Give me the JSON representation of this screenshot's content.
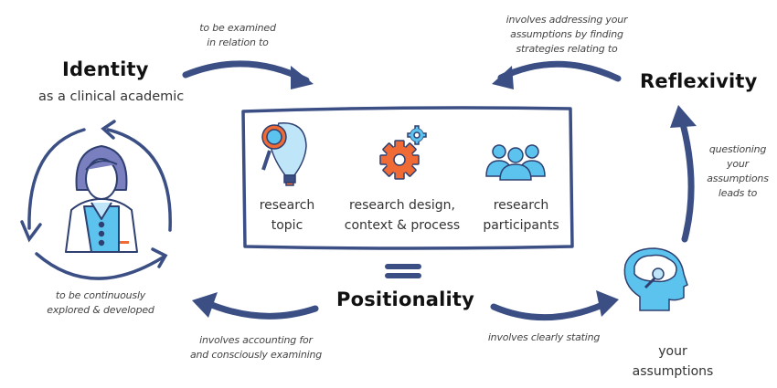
{
  "colors": {
    "arrow": "#3b4f85",
    "light_blue": "#5bc3ee",
    "pale_blue": "#bfe6f8",
    "orange": "#ef6a35",
    "purple": "#7a7fc0",
    "text": "#111111"
  },
  "nodes": {
    "identity": {
      "title": "Identity",
      "subtitle": "as a clinical academic",
      "icon": "clinician-icon"
    },
    "reflexivity": {
      "title": "Reflexivity"
    },
    "positionality": {
      "title": "Positionality",
      "symbol": "equals"
    },
    "assumptions": {
      "line1": "your",
      "line2": "assumptions",
      "icon": "head-brain-magnifier-icon"
    }
  },
  "box": {
    "items": [
      {
        "icon": "lightbulb-magnifier-icon",
        "line1": "research",
        "line2": "topic"
      },
      {
        "icon": "gears-icon",
        "line1": "research design,",
        "line2": "context & process"
      },
      {
        "icon": "people-group-icon",
        "line1": "research",
        "line2": "participants"
      }
    ]
  },
  "edges": {
    "identity_to_box": {
      "line1": "to be examined",
      "line2": "in relation to"
    },
    "reflexivity_to_box": {
      "line1": "involves addressing your",
      "line2": "assumptions by finding",
      "line3": "strategies relating to"
    },
    "identity_cycle": {
      "line1": "to be continuously",
      "line2": "explored & developed"
    },
    "positionality_to_identity": {
      "line1": "involves accounting for",
      "line2": "and consciously examining"
    },
    "positionality_to_assumptions": {
      "line1": "involves clearly stating"
    },
    "assumptions_to_reflexivity": {
      "line1": "questioning",
      "line2": "your",
      "line3": "assumptions",
      "line4": "leads to"
    }
  }
}
